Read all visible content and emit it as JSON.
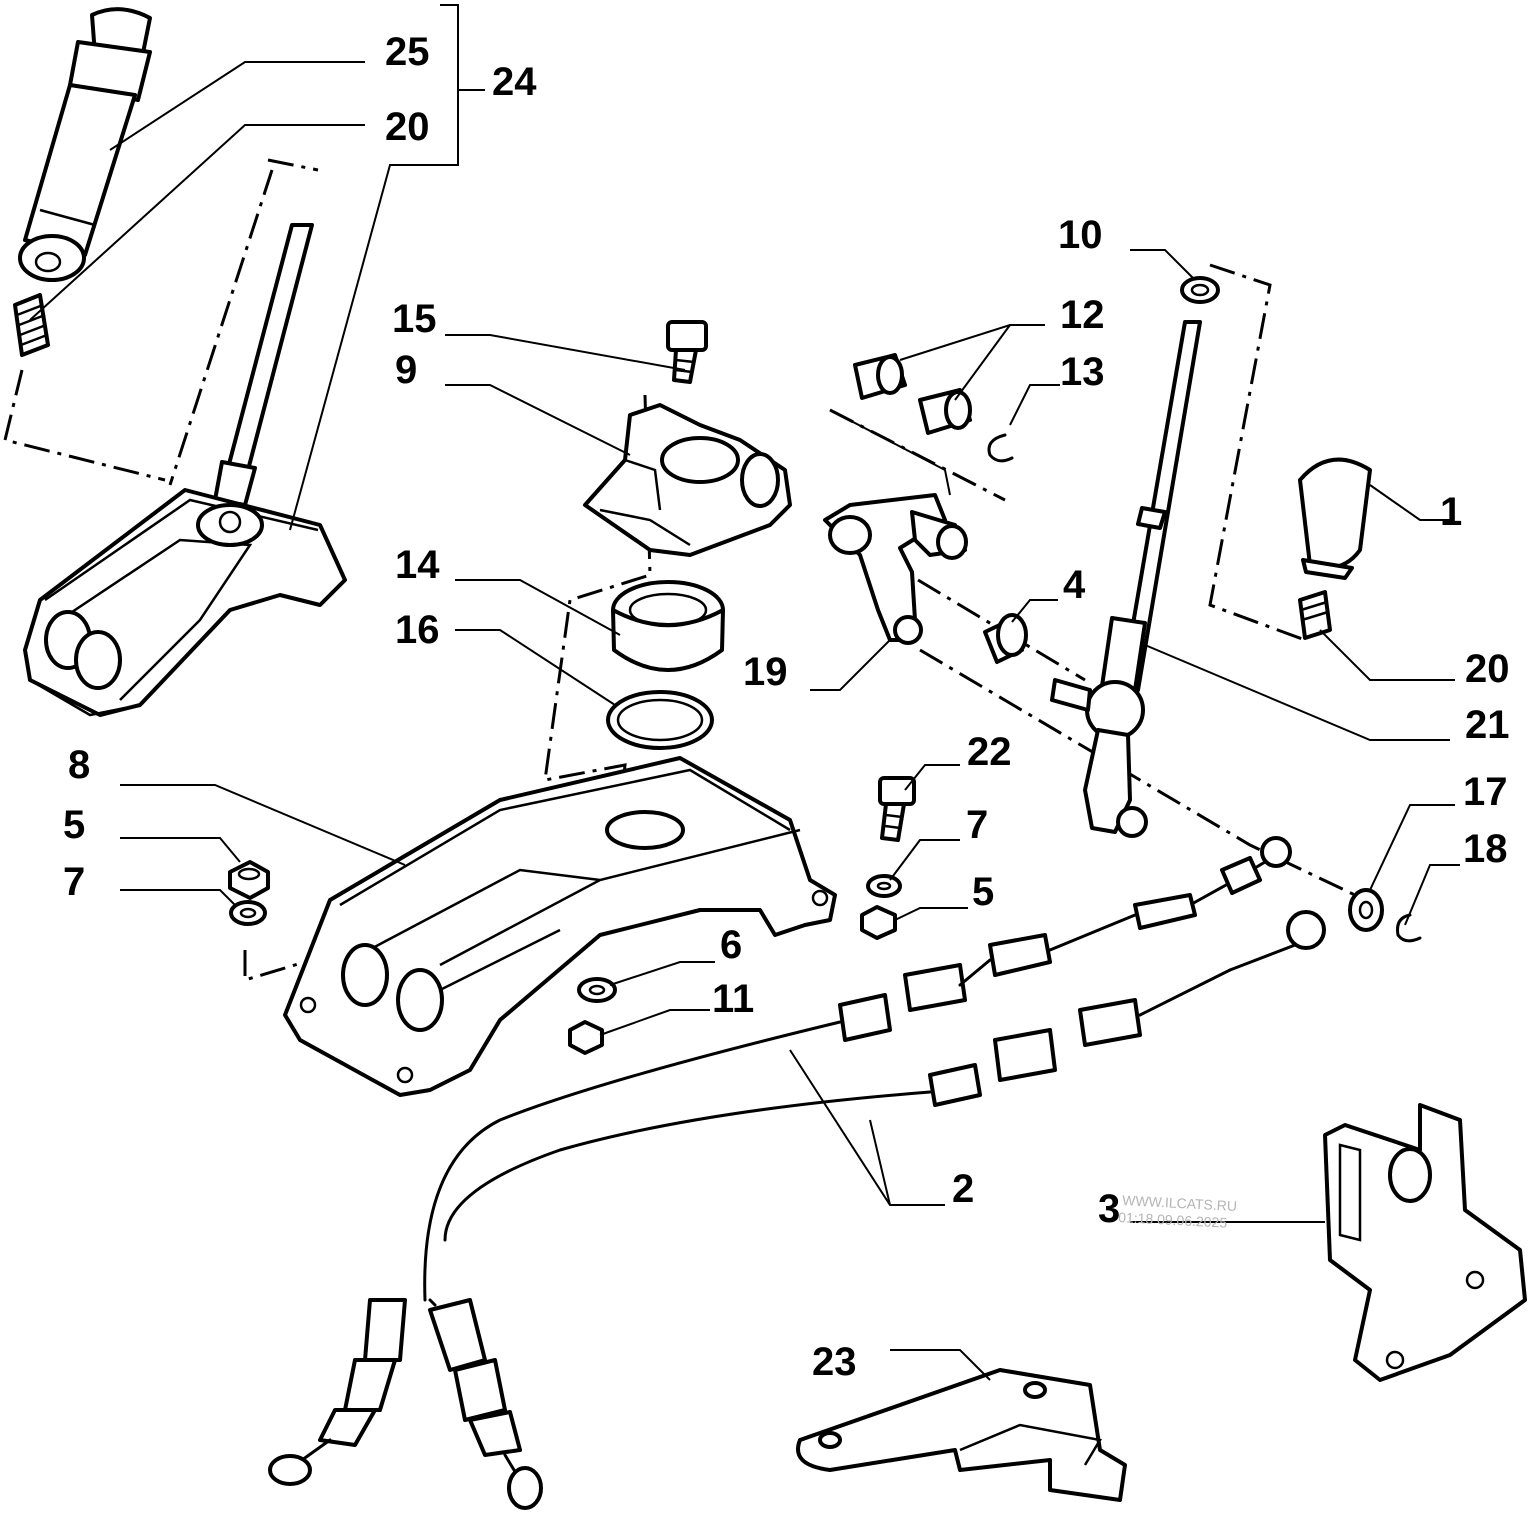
{
  "diagram": {
    "callouts": [
      {
        "id": "c1",
        "text": "1"
      },
      {
        "id": "c2",
        "text": "2"
      },
      {
        "id": "c3",
        "text": "3"
      },
      {
        "id": "c4",
        "text": "4"
      },
      {
        "id": "c5a",
        "text": "5"
      },
      {
        "id": "c5b",
        "text": "5"
      },
      {
        "id": "c6",
        "text": "6"
      },
      {
        "id": "c7a",
        "text": "7"
      },
      {
        "id": "c7b",
        "text": "7"
      },
      {
        "id": "c8",
        "text": "8"
      },
      {
        "id": "c9",
        "text": "9"
      },
      {
        "id": "c10",
        "text": "10"
      },
      {
        "id": "c11",
        "text": "11"
      },
      {
        "id": "c12",
        "text": "12"
      },
      {
        "id": "c13",
        "text": "13"
      },
      {
        "id": "c14",
        "text": "14"
      },
      {
        "id": "c15",
        "text": "15"
      },
      {
        "id": "c16",
        "text": "16"
      },
      {
        "id": "c17",
        "text": "17"
      },
      {
        "id": "c18",
        "text": "18"
      },
      {
        "id": "c19",
        "text": "19"
      },
      {
        "id": "c20a",
        "text": "20"
      },
      {
        "id": "c20b",
        "text": "20"
      },
      {
        "id": "c21",
        "text": "21"
      },
      {
        "id": "c22",
        "text": "22"
      },
      {
        "id": "c23",
        "text": "23"
      },
      {
        "id": "c24",
        "text": "24"
      },
      {
        "id": "c25",
        "text": "25"
      }
    ],
    "watermark": {
      "line1": "WWW.ILCATS.RU",
      "line2": "01:18 09.06.2025"
    },
    "colors": {
      "line": "#000000",
      "background": "#ffffff",
      "watermark": "#b5b5b5"
    }
  }
}
